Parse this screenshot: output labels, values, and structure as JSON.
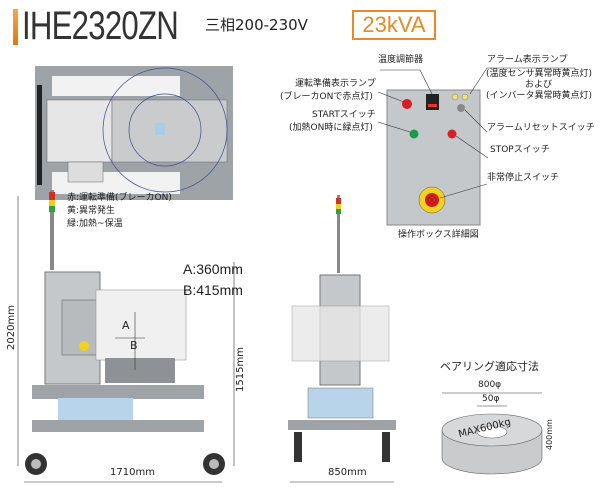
{
  "header": {
    "model": "IHE2320ZN",
    "voltage": "三相200-230V",
    "capacity": "23kVA",
    "accent": "#e8892a"
  },
  "control_box": {
    "caption": "操作ボックス詳細図",
    "labels": {
      "temp_controller": "温度調節器",
      "alarm_lamp": "アラーム表示ランプ",
      "alarm_lamp_note1": "(温度センサ異常時黄点灯)",
      "alarm_lamp_and": "および",
      "alarm_lamp_note2": "(インバータ異常時黄点灯)",
      "ready_lamp": "運転準備表示ランプ",
      "ready_lamp_note": "(ブレーカONで赤点灯)",
      "start": "STARTスイッチ",
      "start_note": "(加熱ON時に緑点灯)",
      "alarm_reset": "アラームリセットスイッチ",
      "stop": "STOPスイッチ",
      "emergency": "非常停止スイッチ"
    }
  },
  "signal_tower": {
    "red": "赤:運転準備(ブレーカON)",
    "yellow": "黄:異常発生",
    "green": "緑:加熱~保温"
  },
  "dimensions": {
    "a": "A:360mm",
    "b": "B:415mm",
    "height_total": "2020mm",
    "height_work": "1515mm",
    "length": "1710mm",
    "width": "850mm",
    "a_mark": "A",
    "b_mark": "B"
  },
  "bearing": {
    "title": "ベアリング適応寸法",
    "outer": "800φ",
    "inner": "50φ",
    "max_weight": "MAX600kg",
    "height": "400mm"
  }
}
